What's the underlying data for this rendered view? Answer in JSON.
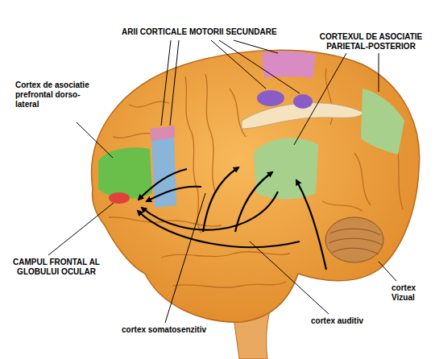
{
  "diagram": {
    "labels": [
      "ARII CORTICALE MOTORII SECUNDARE",
      "CORTEXUL DE ASOCIATIE PARIETAL-POSTERIOR",
      "Cortex de asociatie prefrontal dorso-lateral",
      "CAMPUL FRONTAL AL GLOBULUI OCULAR",
      "cortex somatosenzitiv",
      "cortex auditiv",
      "cortex Vizual"
    ]
  }
}
